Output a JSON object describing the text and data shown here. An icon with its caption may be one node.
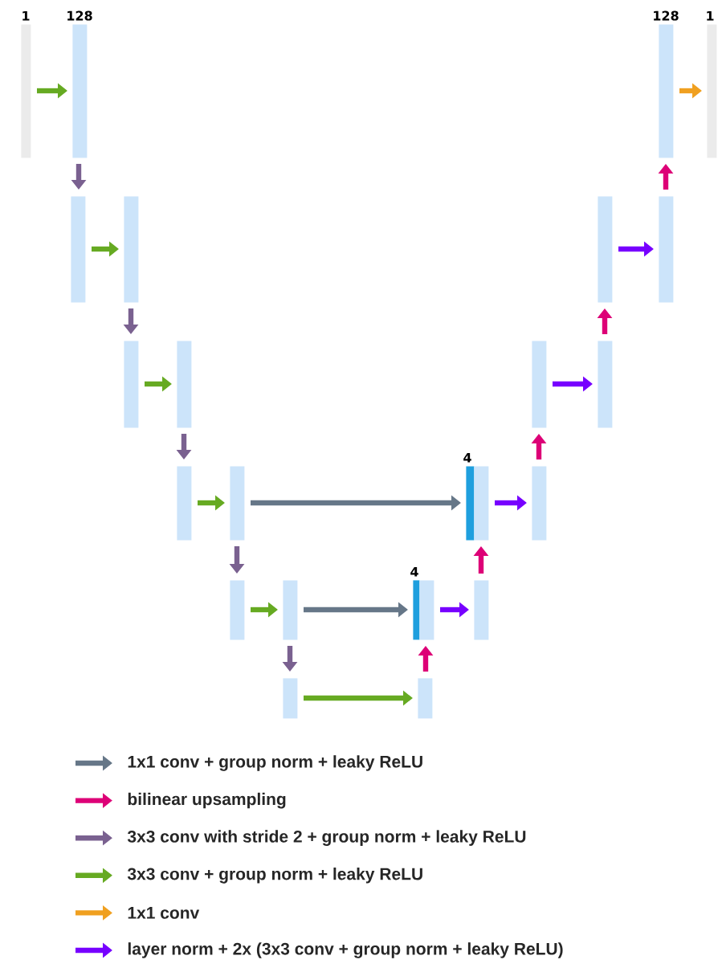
{
  "diagram": {
    "nodes": [
      {
        "text": [],
        "shape": "bar",
        "beside": [
          "1"
        ]
      },
      {
        "text": [],
        "shape": "bar",
        "beside": [
          "128"
        ]
      },
      {
        "text": [],
        "shape": "bar"
      },
      {
        "text": [],
        "shape": "bar"
      },
      {
        "text": [],
        "shape": "bar"
      },
      {
        "text": [],
        "shape": "bar"
      },
      {
        "text": [],
        "shape": "bar"
      },
      {
        "text": [],
        "shape": "bar"
      },
      {
        "text": [],
        "shape": "bar"
      },
      {
        "text": [],
        "shape": "bar"
      },
      {
        "text": [],
        "shape": "bar"
      },
      {
        "text": [],
        "shape": "bar"
      },
      {
        "text": [],
        "shape": "bar",
        "beside": [
          "4"
        ]
      },
      {
        "text": [],
        "shape": "bar"
      },
      {
        "text": [],
        "shape": "bar"
      },
      {
        "text": [],
        "shape": "bar",
        "beside": [
          "4"
        ]
      },
      {
        "text": [],
        "shape": "bar"
      },
      {
        "text": [],
        "shape": "bar"
      },
      {
        "text": [],
        "shape": "bar"
      },
      {
        "text": [],
        "shape": "bar"
      },
      {
        "text": [],
        "shape": "bar"
      },
      {
        "text": [],
        "shape": "bar"
      },
      {
        "text": [],
        "shape": "bar",
        "beside": [
          "128"
        ]
      },
      {
        "text": [],
        "shape": "bar",
        "beside": [
          "1"
        ]
      }
    ],
    "edges": [
      {
        "from": 0,
        "to": 1,
        "arrow": "to",
        "color": "#66aa22"
      },
      {
        "from": 1,
        "to": 2,
        "arrow": "to",
        "color": "#7a6190"
      },
      {
        "from": 2,
        "to": 3,
        "arrow": "to",
        "color": "#66aa22"
      },
      {
        "from": 3,
        "to": 4,
        "arrow": "to",
        "color": "#7a6190"
      },
      {
        "from": 4,
        "to": 5,
        "arrow": "to",
        "color": "#66aa22"
      },
      {
        "from": 5,
        "to": 6,
        "arrow": "to",
        "color": "#7a6190"
      },
      {
        "from": 6,
        "to": 7,
        "arrow": "to",
        "color": "#66aa22"
      },
      {
        "from": 7,
        "to": 8,
        "arrow": "to",
        "color": "#7a6190"
      },
      {
        "from": 8,
        "to": 9,
        "arrow": "to",
        "color": "#66aa22"
      },
      {
        "from": 9,
        "to": 10,
        "arrow": "to",
        "color": "#7a6190"
      },
      {
        "from": 10,
        "to": 11,
        "arrow": "to",
        "color": "#66aa22"
      },
      {
        "from": 9,
        "to": 12,
        "arrow": "to",
        "color": "#667788"
      },
      {
        "from": 7,
        "to": 15,
        "arrow": "to",
        "color": "#667788"
      },
      {
        "from": 11,
        "to": 13,
        "arrow": "to",
        "color": "#dd0077"
      },
      {
        "from": 13,
        "to": 14,
        "arrow": "to",
        "color": "#7700ff"
      },
      {
        "from": 14,
        "to": 16,
        "arrow": "to",
        "color": "#dd0077"
      },
      {
        "from": 16,
        "to": 17,
        "arrow": "to",
        "color": "#7700ff"
      },
      {
        "from": 17,
        "to": 18,
        "arrow": "to",
        "color": "#dd0077"
      },
      {
        "from": 18,
        "to": 19,
        "arrow": "to",
        "color": "#7700ff"
      },
      {
        "from": 19,
        "to": 20,
        "arrow": "to",
        "color": "#dd0077"
      },
      {
        "from": 20,
        "to": 21,
        "arrow": "to",
        "color": "#7700ff"
      },
      {
        "from": 21,
        "to": 22,
        "arrow": "to",
        "color": "#dd0077"
      },
      {
        "from": 22,
        "to": 23,
        "arrow": "to",
        "color": "#f0a020"
      }
    ],
    "legend": [
      {
        "text": "1x1 conv + group norm + leaky ReLU",
        "color": "#667788"
      },
      {
        "text": "bilinear upsampling",
        "color": "#dd0077"
      },
      {
        "text": "3x3 conv with stride 2 + group norm + leaky ReLU",
        "color": "#7a6190"
      },
      {
        "text": "3x3 conv + group norm + leaky ReLU",
        "color": "#66aa22"
      },
      {
        "text": "1x1 conv",
        "color": "#f0a020"
      },
      {
        "text": "layer norm + 2x (3x3 conv + group norm + leaky ReLU)",
        "color": "#7700ff"
      }
    ]
  }
}
